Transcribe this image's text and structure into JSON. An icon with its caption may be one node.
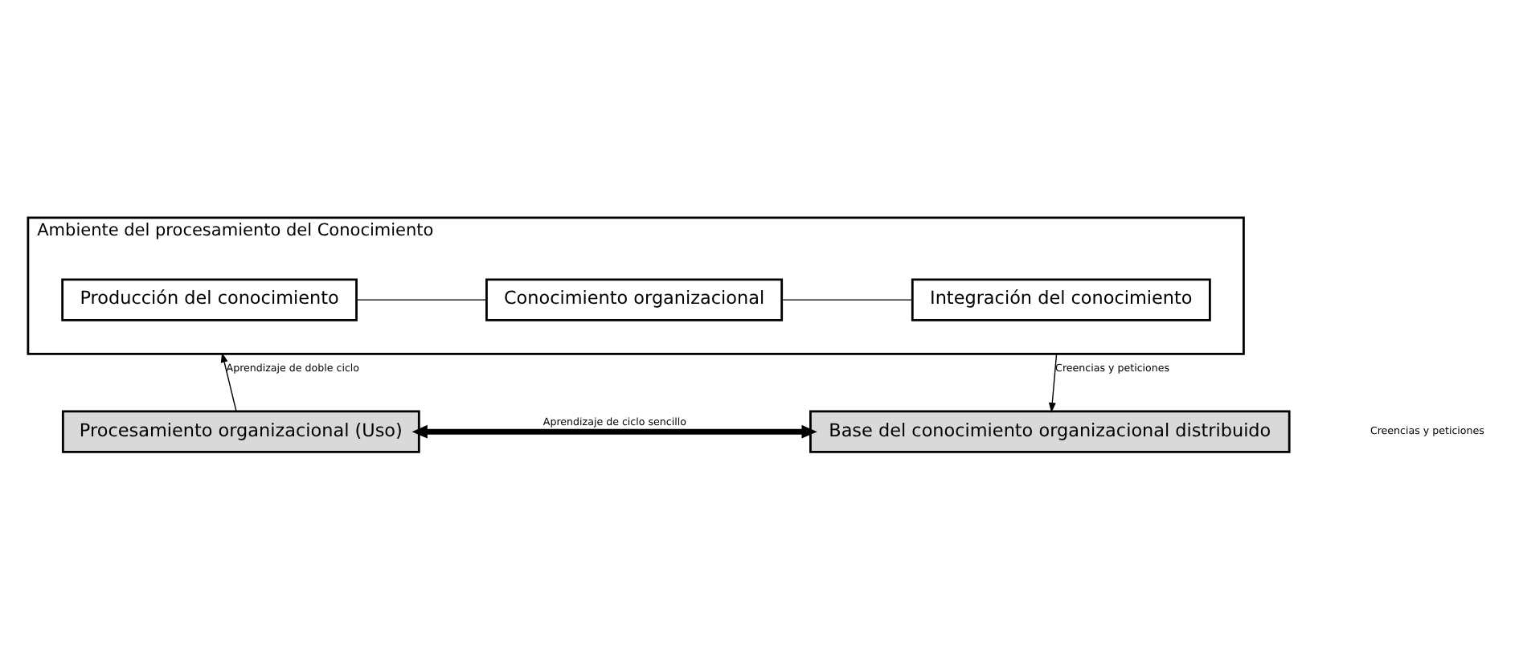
{
  "diagram": {
    "nodes": [
      {
        "text": [
          "Ambiente del procesamiento del Conocimiento"
        ]
      },
      {
        "text": [
          "Producción del conocimiento"
        ],
        "in": 0
      },
      {
        "text": [
          "Conocimiento organizacional"
        ],
        "in": 0
      },
      {
        "text": [
          "Integración del conocimiento"
        ],
        "in": 0
      },
      {
        "text": [
          "Procesamiento organizacional (Uso)"
        ]
      },
      {
        "text": [
          "Base del conocimiento organizacional distribuido"
        ]
      }
    ],
    "edges": [
      {
        "from": 1,
        "to": 2,
        "arrow": "none"
      },
      {
        "from": 2,
        "to": 3,
        "arrow": "none"
      },
      {
        "from": 4,
        "to": 0,
        "arrow": "to",
        "label": "Aprendizaje de doble ciclo"
      },
      {
        "from": 0,
        "to": 5,
        "arrow": "to",
        "label": "Creencias y peticiones"
      },
      {
        "from": 4,
        "to": 5,
        "arrow": "both",
        "label": "Aprendizaje de ciclo sencillo",
        "style": "thick"
      }
    ],
    "labels": [
      "Creencias y peticiones"
    ]
  }
}
